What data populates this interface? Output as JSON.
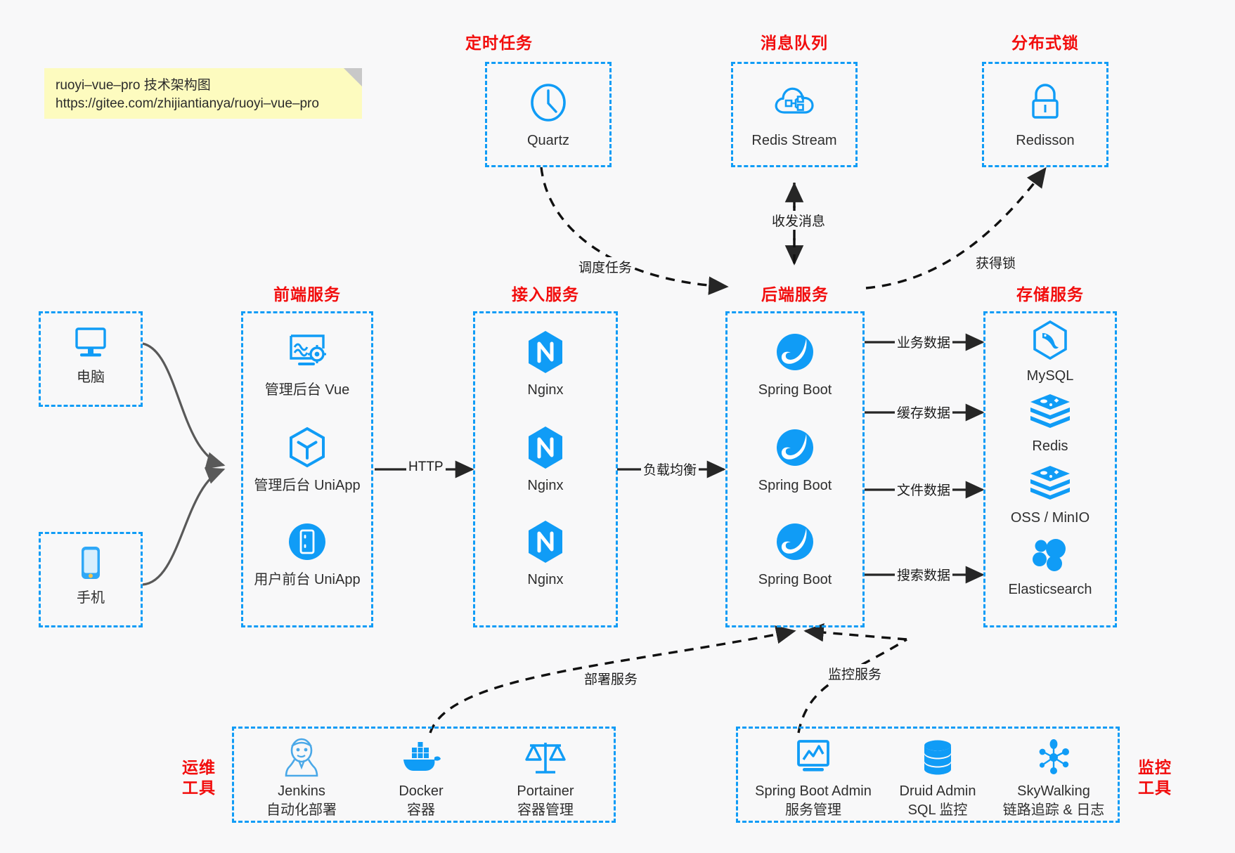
{
  "note": {
    "line1": "ruoyi–vue–pro 技术架构图",
    "line2": "https://gitee.com/zhijiantianya/ruoyi–vue–pro"
  },
  "colors": {
    "accent_blue": "#109cf6",
    "title_red": "#f20d0d",
    "background": "#f8f8f9",
    "note_yellow": "#fdfbbf",
    "arrow_dark": "#262626",
    "client_arrow_gray": "#595959"
  },
  "groups": {
    "scheduler": {
      "title": "定时任务",
      "nodes": [
        {
          "label": "Quartz",
          "icon": "clock-icon"
        }
      ]
    },
    "mq": {
      "title": "消息队列",
      "nodes": [
        {
          "label": "Redis Stream",
          "icon": "cloud-stream-icon"
        }
      ]
    },
    "lock": {
      "title": "分布式锁",
      "nodes": [
        {
          "label": "Redisson",
          "icon": "lock-icon"
        }
      ]
    },
    "client_pc": {
      "title": "",
      "nodes": [
        {
          "label": "电脑",
          "icon": "desktop-icon"
        }
      ]
    },
    "client_phone": {
      "title": "",
      "nodes": [
        {
          "label": "手机",
          "icon": "phone-icon"
        }
      ]
    },
    "frontend": {
      "title": "前端服务",
      "nodes": [
        {
          "label": "管理后台 Vue",
          "icon": "dashboard-gear-icon"
        },
        {
          "label": "管理后台 UniApp",
          "icon": "cube-icon"
        },
        {
          "label": "用户前台 UniApp",
          "icon": "app-circle-icon"
        }
      ]
    },
    "gateway": {
      "title": "接入服务",
      "nodes": [
        {
          "label": "Nginx",
          "icon": "nginx-icon"
        },
        {
          "label": "Nginx",
          "icon": "nginx-icon"
        },
        {
          "label": "Nginx",
          "icon": "nginx-icon"
        }
      ]
    },
    "backend": {
      "title": "后端服务",
      "nodes": [
        {
          "label": "Spring Boot",
          "icon": "spring-leaf-icon"
        },
        {
          "label": "Spring Boot",
          "icon": "spring-leaf-icon"
        },
        {
          "label": "Spring Boot",
          "icon": "spring-leaf-icon"
        }
      ]
    },
    "storage": {
      "title": "存储服务",
      "nodes": [
        {
          "label": "MySQL",
          "icon": "mysql-dolphin-icon"
        },
        {
          "label": "Redis",
          "icon": "redis-stack-icon"
        },
        {
          "label": "OSS / MinIO",
          "icon": "redis-stack-icon"
        },
        {
          "label": "Elasticsearch",
          "icon": "elasticsearch-icon"
        }
      ]
    },
    "devops": {
      "title": "运维\n工具",
      "title_line1": "运维",
      "title_line2": "工具",
      "nodes": [
        {
          "label": "Jenkins",
          "sub": "自动化部署",
          "icon": "jenkins-butler-icon"
        },
        {
          "label": "Docker",
          "sub": "容器",
          "icon": "docker-whale-icon"
        },
        {
          "label": "Portainer",
          "sub": "容器管理",
          "icon": "scales-icon"
        }
      ]
    },
    "monitor": {
      "title_line1": "监控",
      "title_line2": "工具",
      "nodes": [
        {
          "label": "Spring Boot Admin",
          "sub": "服务管理",
          "icon": "monitor-chart-icon"
        },
        {
          "label": "Druid Admin",
          "sub": "SQL 监控",
          "icon": "database-icon"
        },
        {
          "label": "SkyWalking",
          "sub": "链路追踪 & 日志",
          "icon": "skywalking-icon"
        }
      ]
    }
  },
  "edges": {
    "http": "HTTP",
    "load_balance": "负载均衡",
    "schedule_task": "调度任务",
    "send_receive_msg": "收发消息",
    "acquire_lock": "获得锁",
    "business_data": "业务数据",
    "cache_data": "缓存数据",
    "file_data": "文件数据",
    "search_data": "搜索数据",
    "deploy_service": "部署服务",
    "monitor_service": "监控服务"
  }
}
